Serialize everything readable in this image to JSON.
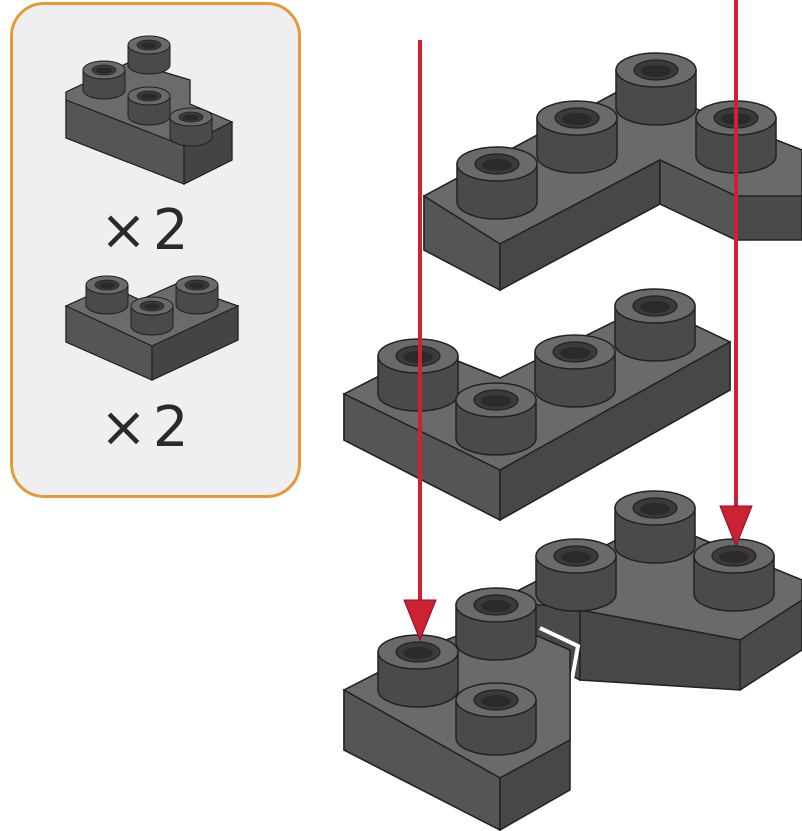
{
  "parts_panel": {
    "items": [
      {
        "piece": "l-shaped-plate-4-studs",
        "quantity_label": "×2"
      },
      {
        "piece": "2x3-plate-with-notch-3-studs",
        "quantity_label": "×2"
      }
    ],
    "border_color": "#e59a3a",
    "background_color": "#efeff1"
  },
  "assembly": {
    "stages": [
      "top-l-plate",
      "middle-notched-plate",
      "bottom-combined-assembly"
    ],
    "arrow_color": "#cc2233",
    "brick_color": "#5a5a5a"
  }
}
